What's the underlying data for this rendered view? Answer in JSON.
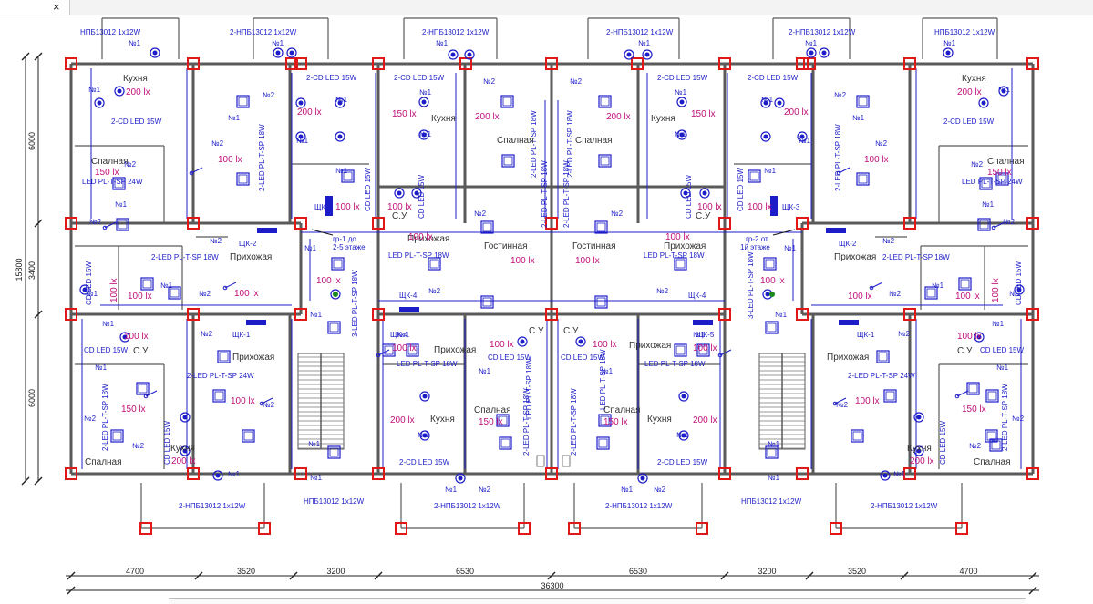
{
  "tab": {
    "close_glyph": "×"
  },
  "colors": {
    "wall": "#5a5a5a",
    "wiring": "#1c1cc8",
    "lux": "#c0107a",
    "column": "#e01818",
    "dim": "#222222"
  },
  "dims": {
    "left": [
      "6000",
      "3400",
      "6000"
    ],
    "left_total": "15800",
    "bottom": [
      "4700",
      "3520",
      "3200",
      "6530",
      "6530",
      "3200",
      "3520",
      "4700"
    ],
    "bottom_total": "36300"
  },
  "lamps": {
    "npb": "НПБ13012 1х12W",
    "npb2": "2-НПБ13012 1х12W",
    "cd2": "2-CD LED 15W",
    "cd": "CD LED 15W",
    "pl18_2": "2-LED PL-T-SP 18W",
    "pl18_3": "3-LED PL-T-SP 18W",
    "pl24": "LED PL-T-SP 24W",
    "pl24_2": "2-LED PL-T-SP 24W",
    "pl18": "LED PL-T-SP 18W"
  },
  "rooms": {
    "kitchen": "Кухня",
    "bedroom": "Спалная",
    "hall": "Прихожая",
    "living": "Гостинная",
    "wc": "С.У"
  },
  "lux": {
    "l100": "100 lx",
    "l150": "150 lx",
    "l200": "200 lx"
  },
  "marks": {
    "n1": "№1",
    "n2": "№2"
  },
  "panels": {
    "shk1": "ЩК-1",
    "shk2": "ЩК-2",
    "shk3": "ЩК-3",
    "shk4": "ЩК-4",
    "shk5": "ЩК-5"
  },
  "notes": {
    "gr1a": "гр-1 до",
    "gr1b": "2-5 этаже",
    "gr2a": "гр-2 от",
    "gr2b": "1й этаже"
  }
}
